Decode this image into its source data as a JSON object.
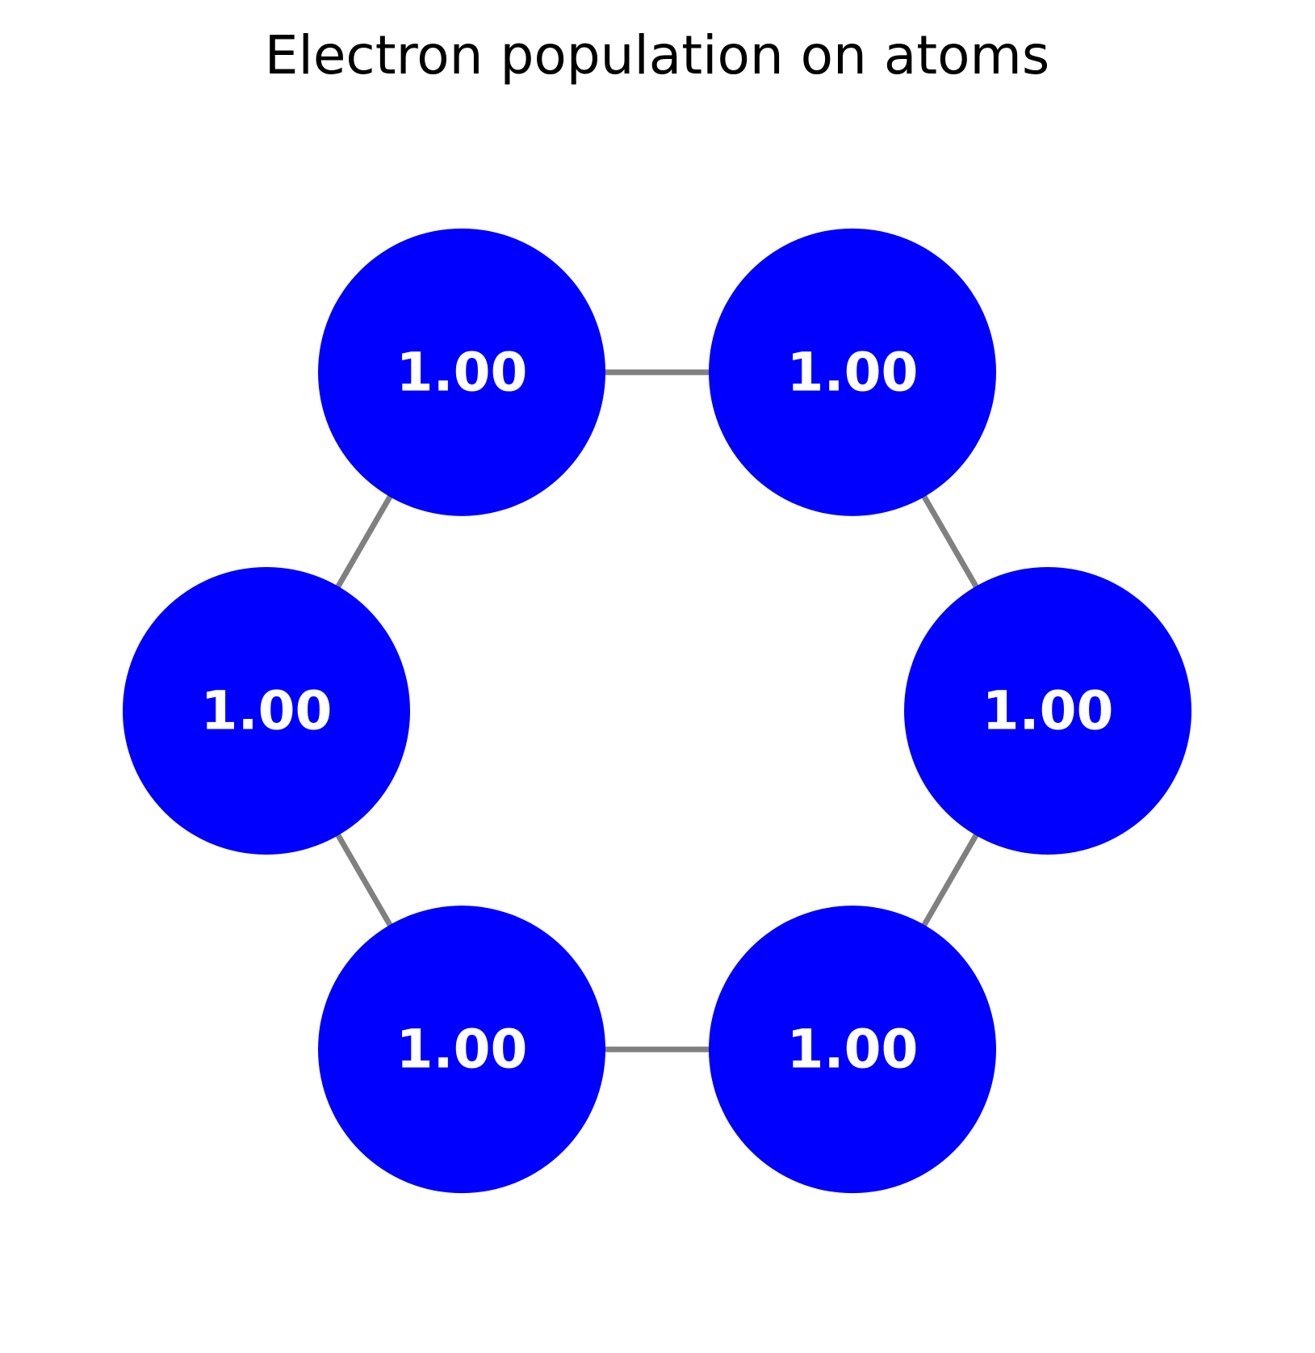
{
  "title": "Electron population on atoms",
  "colors": {
    "atom_fill": "#0000ff",
    "bond": "#808080",
    "label": "#ffffff",
    "title": "#000000"
  },
  "atoms": [
    {
      "id": "atom-1",
      "label": "1.00"
    },
    {
      "id": "atom-2",
      "label": "1.00"
    },
    {
      "id": "atom-3",
      "label": "1.00"
    },
    {
      "id": "atom-4",
      "label": "1.00"
    },
    {
      "id": "atom-5",
      "label": "1.00"
    },
    {
      "id": "atom-6",
      "label": "1.00"
    }
  ],
  "bonds": [
    [
      "atom-1",
      "atom-2"
    ],
    [
      "atom-2",
      "atom-3"
    ],
    [
      "atom-3",
      "atom-4"
    ],
    [
      "atom-4",
      "atom-5"
    ],
    [
      "atom-5",
      "atom-6"
    ],
    [
      "atom-6",
      "atom-1"
    ]
  ]
}
